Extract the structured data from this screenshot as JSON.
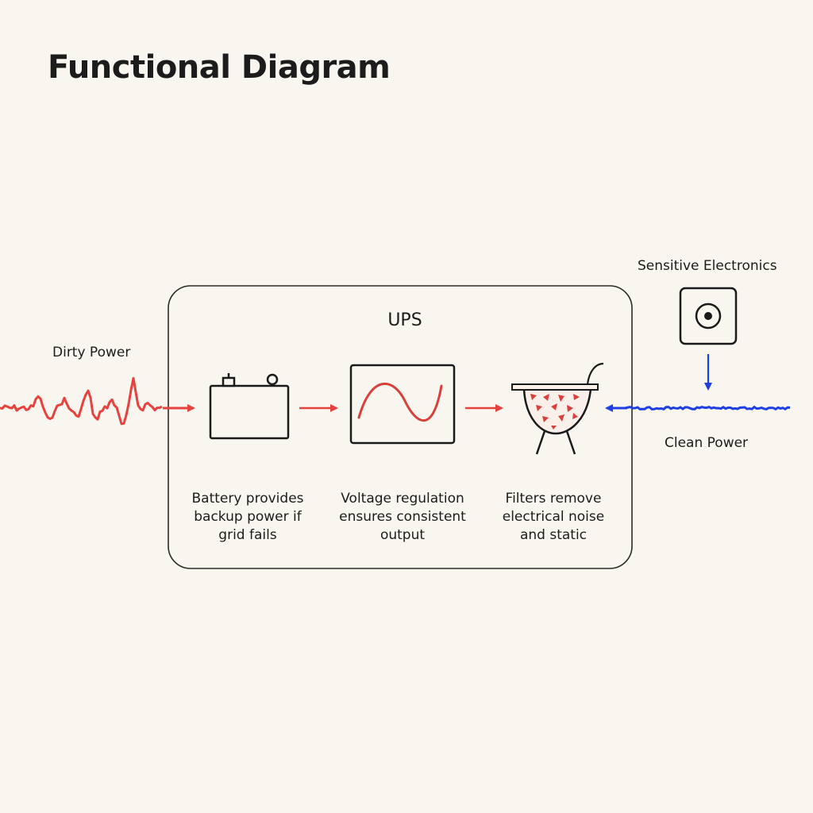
{
  "title": "Functional Diagram",
  "ups": {
    "label": "UPS"
  },
  "input": {
    "label": "Dirty Power",
    "color": "#e8423f"
  },
  "output": {
    "label": "Clean Power",
    "color": "#1f3fe6"
  },
  "device": {
    "label": "Sensitive Electronics",
    "icon": "outlet-icon"
  },
  "stages": [
    {
      "icon": "battery-icon",
      "lines": [
        "Battery provides",
        "backup power if",
        "grid fails"
      ]
    },
    {
      "icon": "sine-wave-icon",
      "lines": [
        "Voltage regulation",
        "ensures consistent",
        "output"
      ]
    },
    {
      "icon": "strainer-icon",
      "lines": [
        "Filters remove",
        "electrical noise",
        "and static"
      ]
    }
  ]
}
